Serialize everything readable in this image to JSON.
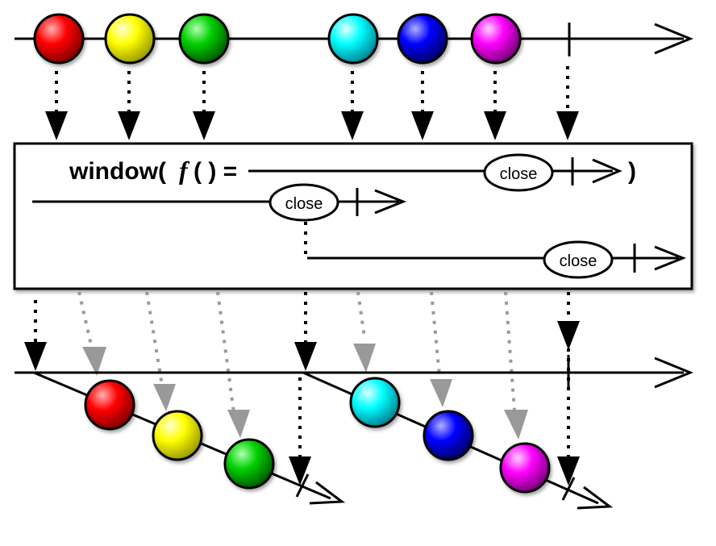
{
  "operator": {
    "name": "window(",
    "f": "f",
    "paren": "( ) =",
    "close_paren": ")"
  },
  "labels": {
    "close": "close"
  },
  "colors": {
    "red": "#ff0000",
    "yellow": "#ffff00",
    "green": "#00c000",
    "cyan": "#00ffff",
    "blue": "#0000ff",
    "magenta": "#ff00ff",
    "ink": "#000000",
    "ghost_arrow": "#999999",
    "box_fill": "#ffffff"
  },
  "source_items": [
    "red",
    "yellow",
    "green",
    "cyan",
    "blue",
    "magenta"
  ],
  "window_1_items": [
    "red",
    "yellow",
    "green"
  ],
  "window_2_items": [
    "cyan",
    "blue",
    "magenta"
  ]
}
